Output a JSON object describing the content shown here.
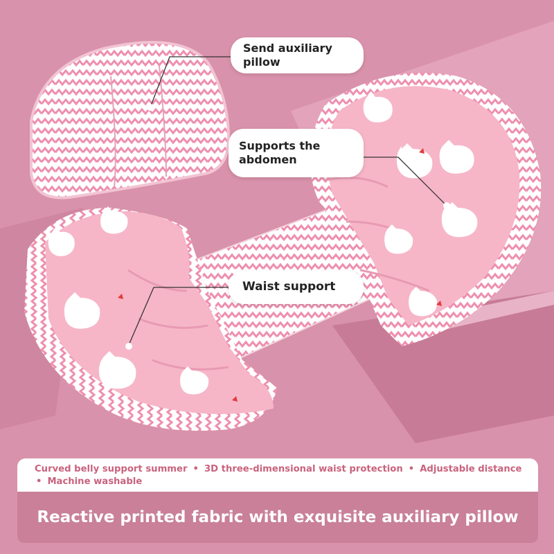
{
  "callouts": {
    "auxiliary": "Send auxiliary\npillow",
    "abdomen": "Supports the\nabdomen",
    "waist": "Waist support"
  },
  "features": {
    "items": [
      "Curved belly support summer",
      "3D three-dimensional waist protection",
      "Adjustable distance",
      "Machine washable"
    ],
    "separator": "•"
  },
  "banner": {
    "text": "Reactive printed fabric with exquisite auxiliary pillow"
  },
  "colors": {
    "background": "#d58aa4",
    "pillow_pink": "#f6b6c8",
    "stripe": "#ee8fae",
    "banner": "#c98098",
    "feature_text": "#c9627e"
  }
}
